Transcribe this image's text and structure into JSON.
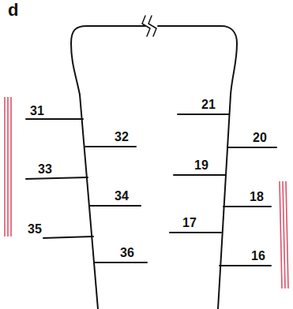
{
  "diagram": {
    "labels": [
      "d",
      "31",
      "32",
      "33",
      "34",
      "35",
      "36",
      "21",
      "20",
      "19",
      "18",
      "17",
      "16"
    ]
  }
}
